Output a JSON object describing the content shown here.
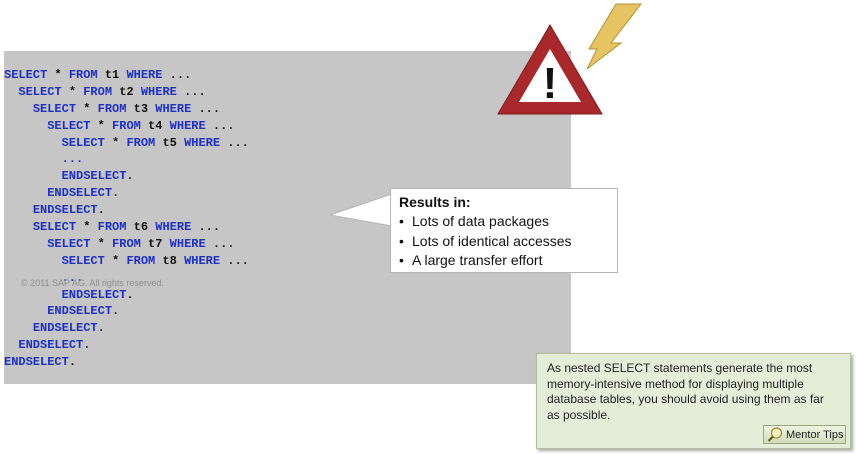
{
  "code": {
    "lines": [
      {
        "indent": "",
        "kw1": "SELECT",
        "mid": " * ",
        "kw2": "FROM",
        "table": " t1 ",
        "kw3": "WHERE",
        "rest": " ..."
      },
      {
        "indent": "  ",
        "kw1": "SELECT",
        "mid": " * ",
        "kw2": "FROM",
        "table": " t2 ",
        "kw3": "WHERE",
        "rest": " ..."
      },
      {
        "indent": "    ",
        "kw1": "SELECT",
        "mid": " * ",
        "kw2": "FROM",
        "table": " t3 ",
        "kw3": "WHERE",
        "rest": " ..."
      },
      {
        "indent": "      ",
        "kw1": "SELECT",
        "mid": " * ",
        "kw2": "FROM",
        "table": " t4 ",
        "kw3": "WHERE",
        "rest": " ..."
      },
      {
        "indent": "        ",
        "kw1": "SELECT",
        "mid": " * ",
        "kw2": "FROM",
        "table": " t5 ",
        "kw3": "WHERE",
        "rest": " ..."
      },
      {
        "indent": "        ",
        "kw1": "...",
        "mid": "",
        "kw2": "",
        "table": "",
        "kw3": "",
        "rest": ""
      },
      {
        "indent": "        ",
        "kw1": "ENDSELECT",
        "mid": ".",
        "kw2": "",
        "table": "",
        "kw3": "",
        "rest": ""
      },
      {
        "indent": "      ",
        "kw1": "ENDSELECT",
        "mid": ".",
        "kw2": "",
        "table": "",
        "kw3": "",
        "rest": ""
      },
      {
        "indent": "    ",
        "kw1": "ENDSELECT",
        "mid": ".",
        "kw2": "",
        "table": "",
        "kw3": "",
        "rest": ""
      },
      {
        "indent": "    ",
        "kw1": "SELECT",
        "mid": " * ",
        "kw2": "FROM",
        "table": " t6 ",
        "kw3": "WHERE",
        "rest": " ..."
      },
      {
        "indent": "      ",
        "kw1": "SELECT",
        "mid": " * ",
        "kw2": "FROM",
        "table": " t7 ",
        "kw3": "WHERE",
        "rest": " ..."
      },
      {
        "indent": "        ",
        "kw1": "SELECT",
        "mid": " * ",
        "kw2": "FROM",
        "table": " t8 ",
        "kw3": "WHERE",
        "rest": " ..."
      },
      {
        "indent": "        ",
        "kw1": "...",
        "mid": "",
        "kw2": "",
        "table": "",
        "kw3": "",
        "rest": ""
      },
      {
        "indent": "        ",
        "kw1": "ENDSELECT",
        "mid": ".",
        "kw2": "",
        "table": "",
        "kw3": "",
        "rest": ""
      },
      {
        "indent": "      ",
        "kw1": "ENDSELECT",
        "mid": ".",
        "kw2": "",
        "table": "",
        "kw3": "",
        "rest": ""
      },
      {
        "indent": "    ",
        "kw1": "ENDSELECT",
        "mid": ".",
        "kw2": "",
        "table": "",
        "kw3": "",
        "rest": ""
      },
      {
        "indent": "  ",
        "kw1": "ENDSELECT",
        "mid": ".",
        "kw2": "",
        "table": "",
        "kw3": "",
        "rest": ""
      },
      {
        "indent": "",
        "kw1": "ENDSELECT",
        "mid": ".",
        "kw2": "",
        "table": "",
        "kw3": "",
        "rest": ""
      }
    ]
  },
  "copyright": "© 2011 SAP AG. All rights reserved.",
  "callout": {
    "title": "Results in:",
    "bullet": "•",
    "items": [
      "Lots of data packages",
      "Lots of identical accesses",
      "A large transfer effort"
    ]
  },
  "warning": {
    "symbol": "!"
  },
  "tip": {
    "text": "As nested SELECT statements generate the most memory-intensive method for displaying multiple database tables, you should avoid using them as far as possible.",
    "badge_label": "Mentor Tips",
    "icon": "magnifier-icon"
  },
  "colors": {
    "keyword": "#1c2fc7",
    "panel": "#c6c6c6",
    "warning_red": "#a8282b",
    "lightning": "#e6c463",
    "tip_bg": "#e4edd7"
  }
}
